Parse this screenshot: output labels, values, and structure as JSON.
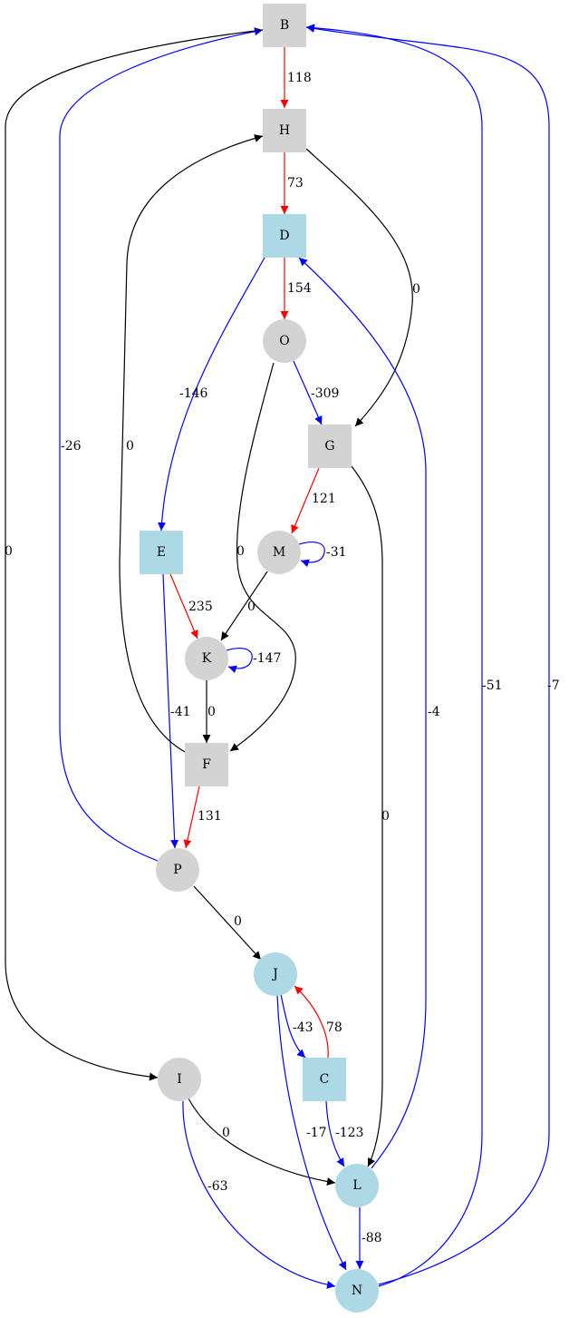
{
  "colors": {
    "gray_node": "#d3d3d3",
    "blue_node": "#add8e6",
    "black_edge": "#000000",
    "red_edge": "#ff0000",
    "blue_edge": "#0000ff"
  },
  "nodes": [
    {
      "id": "B",
      "label": "B",
      "shape": "box",
      "fill": "gray"
    },
    {
      "id": "H",
      "label": "H",
      "shape": "box",
      "fill": "gray"
    },
    {
      "id": "D",
      "label": "D",
      "shape": "box",
      "fill": "blue"
    },
    {
      "id": "O",
      "label": "O",
      "shape": "circle",
      "fill": "gray"
    },
    {
      "id": "G",
      "label": "G",
      "shape": "box",
      "fill": "gray"
    },
    {
      "id": "E",
      "label": "E",
      "shape": "box",
      "fill": "blue"
    },
    {
      "id": "M",
      "label": "M",
      "shape": "circle",
      "fill": "gray"
    },
    {
      "id": "K",
      "label": "K",
      "shape": "circle",
      "fill": "gray"
    },
    {
      "id": "F",
      "label": "F",
      "shape": "box",
      "fill": "gray"
    },
    {
      "id": "P",
      "label": "P",
      "shape": "circle",
      "fill": "gray"
    },
    {
      "id": "J",
      "label": "J",
      "shape": "circle",
      "fill": "blue"
    },
    {
      "id": "C",
      "label": "C",
      "shape": "box",
      "fill": "blue"
    },
    {
      "id": "I",
      "label": "I",
      "shape": "circle",
      "fill": "gray"
    },
    {
      "id": "L",
      "label": "L",
      "shape": "circle",
      "fill": "blue"
    },
    {
      "id": "N",
      "label": "N",
      "shape": "circle",
      "fill": "blue"
    }
  ],
  "edges": [
    {
      "id": "B-H",
      "from": "B",
      "to": "H",
      "label": "118",
      "color": "red"
    },
    {
      "id": "H-D",
      "from": "H",
      "to": "D",
      "label": "73",
      "color": "red"
    },
    {
      "id": "H-G",
      "from": "H",
      "to": "G",
      "label": "0",
      "color": "black"
    },
    {
      "id": "D-O",
      "from": "D",
      "to": "O",
      "label": "154",
      "color": "red"
    },
    {
      "id": "D-E",
      "from": "D",
      "to": "E",
      "label": "-146",
      "color": "blue"
    },
    {
      "id": "O-G",
      "from": "O",
      "to": "G",
      "label": "-309",
      "color": "blue"
    },
    {
      "id": "O-F",
      "from": "O",
      "to": "F",
      "label": "0",
      "color": "black"
    },
    {
      "id": "G-M",
      "from": "G",
      "to": "M",
      "label": "121",
      "color": "red"
    },
    {
      "id": "G-L",
      "from": "G",
      "to": "L",
      "label": "0",
      "color": "black"
    },
    {
      "id": "M-M",
      "from": "M",
      "to": "M",
      "label": "-31",
      "color": "blue"
    },
    {
      "id": "M-K",
      "from": "M",
      "to": "K",
      "label": "0",
      "color": "black"
    },
    {
      "id": "E-K",
      "from": "E",
      "to": "K",
      "label": "235",
      "color": "red"
    },
    {
      "id": "E-P",
      "from": "E",
      "to": "P",
      "label": "-41",
      "color": "blue"
    },
    {
      "id": "K-K",
      "from": "K",
      "to": "K",
      "label": "-147",
      "color": "blue"
    },
    {
      "id": "K-F",
      "from": "K",
      "to": "F",
      "label": "0",
      "color": "black"
    },
    {
      "id": "F-H",
      "from": "F",
      "to": "H",
      "label": "0",
      "color": "black"
    },
    {
      "id": "F-P",
      "from": "F",
      "to": "P",
      "label": "131",
      "color": "red"
    },
    {
      "id": "P-B",
      "from": "P",
      "to": "B",
      "label": "-26",
      "color": "blue"
    },
    {
      "id": "P-J",
      "from": "P",
      "to": "J",
      "label": "0",
      "color": "black"
    },
    {
      "id": "B-I",
      "from": "B",
      "to": "I",
      "label": "0",
      "color": "black"
    },
    {
      "id": "J-C",
      "from": "J",
      "to": "C",
      "label": "-43",
      "color": "blue"
    },
    {
      "id": "J-N",
      "from": "J",
      "to": "N",
      "label": "-17",
      "color": "blue"
    },
    {
      "id": "C-J",
      "from": "C",
      "to": "J",
      "label": "78",
      "color": "red"
    },
    {
      "id": "C-L",
      "from": "C",
      "to": "L",
      "label": "-123",
      "color": "blue"
    },
    {
      "id": "I-L",
      "from": "I",
      "to": "L",
      "label": "0",
      "color": "black"
    },
    {
      "id": "I-N",
      "from": "I",
      "to": "N",
      "label": "-63",
      "color": "blue"
    },
    {
      "id": "L-D",
      "from": "L",
      "to": "D",
      "label": "-4",
      "color": "blue"
    },
    {
      "id": "L-N",
      "from": "L",
      "to": "N",
      "label": "-88",
      "color": "blue"
    },
    {
      "id": "N-B-inner",
      "from": "N",
      "to": "B",
      "label": "-51",
      "color": "blue"
    },
    {
      "id": "N-B-outer",
      "from": "N",
      "to": "B",
      "label": "-7",
      "color": "blue"
    }
  ]
}
